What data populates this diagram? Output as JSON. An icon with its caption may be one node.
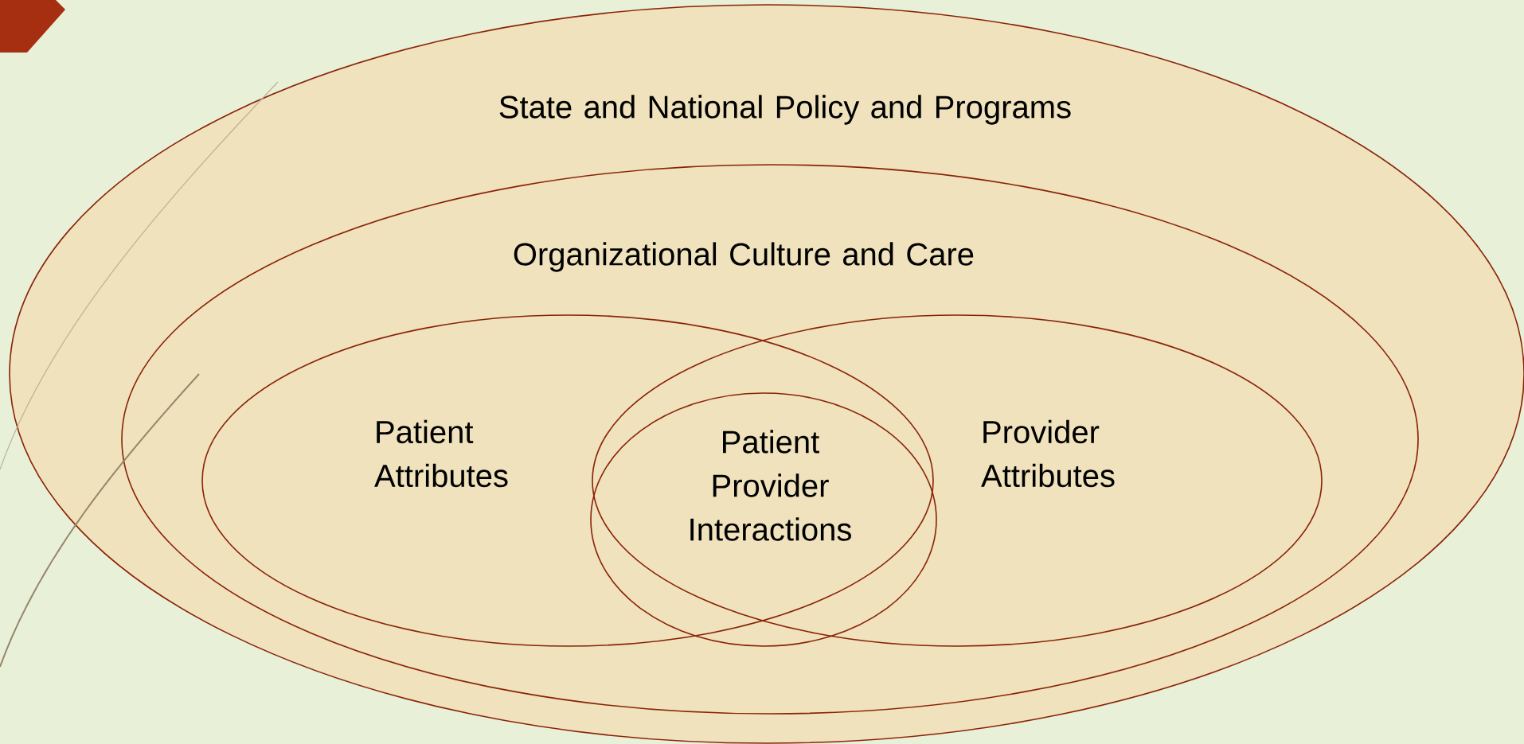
{
  "diagram": {
    "nodes": [
      {
        "text": [
          "State and National Policy and Programs"
        ]
      },
      {
        "text": [
          "Organizational Culture and Care"
        ],
        "in": 0
      },
      {
        "text": [
          "Patient Attributes"
        ],
        "in": 1
      },
      {
        "text": [
          "Provider Attributes"
        ],
        "in": 1
      },
      {
        "text": [
          "Patient Provider Interactions"
        ]
      }
    ]
  }
}
